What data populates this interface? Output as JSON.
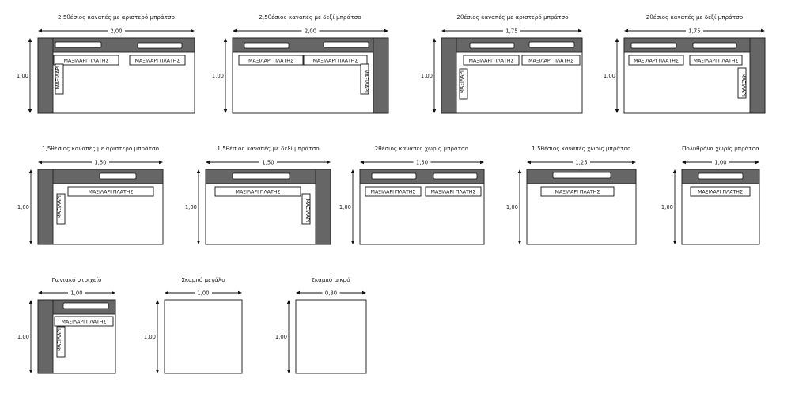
{
  "colors": {
    "arm": "#666666",
    "backrest": "#666666",
    "line": "#111111",
    "background": "#ffffff"
  },
  "labels": {
    "back_cushion": "ΜΑΞΙΛΑΡΙ ΠΛΑΤΗΣ",
    "side_cushion": "ΜΑΞΙΛΑΡΙ"
  },
  "pieces": [
    {
      "id": "p1",
      "title": "2,5θέσιος καναπές με αριστερό μπράτσο",
      "width_label": "2,00",
      "height_label": "1,00",
      "arms": "left",
      "back_cushions": 2,
      "side_cushion": "left"
    },
    {
      "id": "p2",
      "title": "2,5θέσιος καναπές με δεξί μπράτσο",
      "width_label": "2,00",
      "height_label": "1,00",
      "arms": "right",
      "back_cushions": 2,
      "side_cushion": "right"
    },
    {
      "id": "p3",
      "title": "2θέσιος καναπές με αριστερό μπράτσο",
      "width_label": "1,75",
      "height_label": "1,00",
      "arms": "left",
      "back_cushions": 2,
      "side_cushion": "left"
    },
    {
      "id": "p4",
      "title": "2θέσιος καναπές με δεξί μπράτσο",
      "width_label": "1,75",
      "height_label": "1,00",
      "arms": "right",
      "back_cushions": 2,
      "side_cushion": "right"
    },
    {
      "id": "p5",
      "title": "1,5θέσιος καναπές με αριστερό μπράτσο",
      "width_label": "1,50",
      "height_label": "1,00",
      "arms": "left",
      "back_cushions": 1,
      "side_cushion": "left"
    },
    {
      "id": "p6",
      "title": "1,5θέσιος καναπές με δεξί μπράτσο",
      "width_label": "1,50",
      "height_label": "1,00",
      "arms": "right",
      "back_cushions": 1,
      "side_cushion": "right"
    },
    {
      "id": "p7",
      "title": "2θέσιος καναπές χωρίς μπράτσα",
      "width_label": "1,50",
      "height_label": "1,00",
      "arms": "none",
      "back_cushions": 2,
      "side_cushion": "none"
    },
    {
      "id": "p8",
      "title": "1,5θέσιος καναπές χωρίς μπράτσα",
      "width_label": "1,25",
      "height_label": "1,00",
      "arms": "none",
      "back_cushions": 1,
      "side_cushion": "none"
    },
    {
      "id": "p9",
      "title": "Πολυθρόνα χωρίς μπράτσα",
      "width_label": "1,00",
      "height_label": "1,00",
      "arms": "none",
      "back_cushions": 1,
      "side_cushion": "none"
    },
    {
      "id": "p10",
      "title": "Γωνιακό στοιχείο",
      "width_label": "1,00",
      "height_label": "1,00",
      "arms": "left",
      "back_cushions": 1,
      "side_cushion": "left"
    },
    {
      "id": "p11",
      "title": "Σκαμπό μεγάλο",
      "width_label": "1,00",
      "height_label": "1,00",
      "arms": "none",
      "back_cushions": 0,
      "side_cushion": "none"
    },
    {
      "id": "p12",
      "title": "Σκαμπό μικρό",
      "width_label": "0,80",
      "height_label": "1,00",
      "arms": "none",
      "back_cushions": 0,
      "side_cushion": "none"
    }
  ]
}
